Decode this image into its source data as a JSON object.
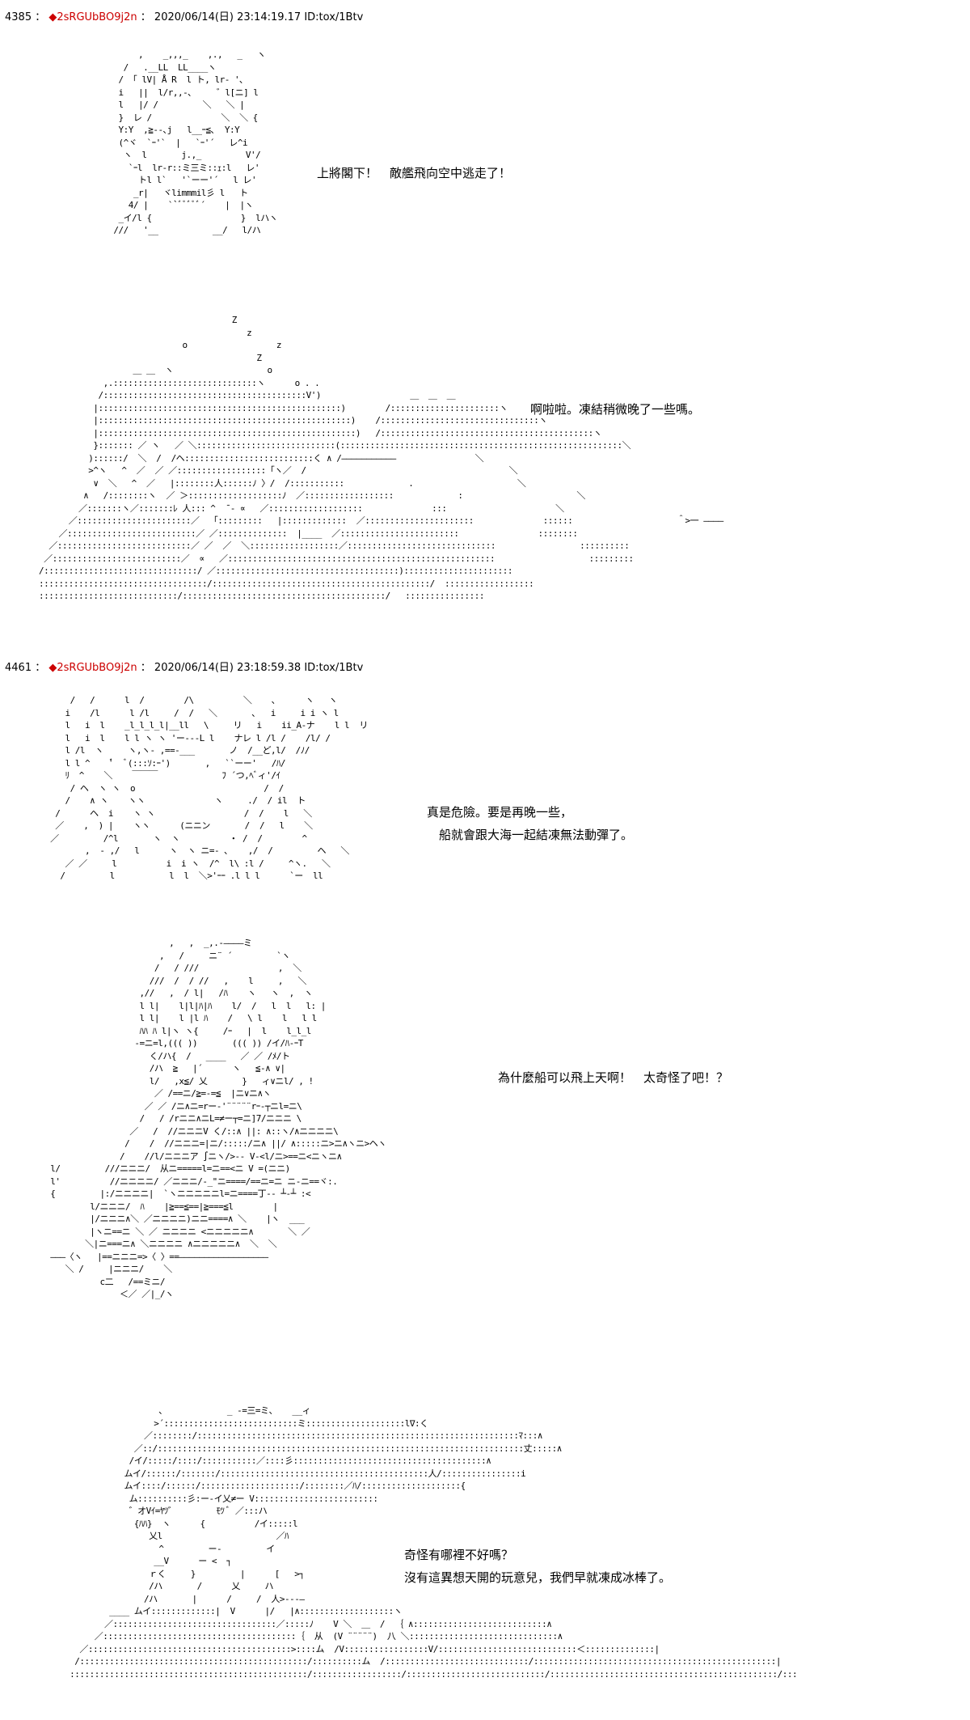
{
  "posts": [
    {
      "number": "4385",
      "sep": "：",
      "marker": "◆",
      "trip": "2sRGUbBO9j2n",
      "sep2": "：",
      "datetime": "2020/06/14(日) 23:14:19.17",
      "id": "ID:tox/1Btv",
      "panels": [
        {
          "art": "        ,    _,,,_    ,.,   _   ヽ\n     /   .__LL  LL____ヽ\n    / 「 lV| Å R  l ト, lr‐ '､\n    i   ||  l/r,,-､     ゛l[ニ] l\n    l   |/ /         ＼   ＼ |\n    }  レ /              ＼  ＼ {\n    Y:Y  ,≧--､j   l__ｰ≦､  Y:Y\n    (^ヾ  `ｰ'`  |   `ｰ'´   レ^i\n     ヽ  l       j.,_         V'/\n      `ｰl  lr‐r::ミ三ミ::ｪ:l   レ'\n        トl l`   '`ーー'´   l レ'\n       _r|   ヾlimmmil彡 l   ト\n      4/ |    ``ﾞﾞﾞﾞﾞ´    |  |ヽ\n    _イ/l {                  }  lハヽ\n   ///   '__           __/   l/ハ",
          "lines": [
            "上將閣下！　敵艦飛向空中逃走了！"
          ]
        },
        {
          "art": "                                       Z\n                                          z\n                             o                  z\n                                            Z\n                   ＿ ＿  ヽ                   o\n             ,.:::::::::::::::::::::::::::::ヽ      o . .\n            /:::::::::::::::::::::::::::::::::::::::::V')                  ＿  ＿  ＿\n           |:::::::::::::::::::::::::::::::::::::::::::::::::)        /::::::::::::::::::::::ヽ\n           |:::::::::::::::::::::::::::::::::::::::::::::::::::)    /::::::::::::::::::::::::::::::::ヽ\n           |::::::::::::::::::::::::::::::::::::::::::::::::::::)   /:::::::::::::::::::::::::::::::::::::::::::ヽ\n           }::::::: ／ ヽ   ／ ＼::::::::::::::::::::::::::::(:::::::::::::::::::::::::::::::::::::::::::::::::::::::::＼\n          )::::::/  ＼  /  /ヘ::::::::::::::::::::::::::く ∧ /―――――――――――                ＼\n          >^ヽ   ^  ／  ／ ／::::::::::::::::::「ヽ／  /                                         ＼\n           ∨  ＼   ^  ／   |::::::::人::::::ﾉ 〉/  /:::::::::::             .                     ＼\n         ∧   /::::::::ヽ  ／ ＞:::::::::::::::::::ﾉ  ／::::::::::::::::::             :                       ＼\n        ／:::::::ヽ／:::::::ﾚ 人::: ^  ̄ - ∝   ／:::::::::::::::::::              :::                      ＼\n      ／:::::::::::::::::::::::／  「:::::::::   |:::::::::::::  ／::::::::::::::::::::::              ::::::                     ＾>一 ――――\n    ／::::::::::::::::::::::::::／ ／::::::::::::::  |____  ／::::::::::::::::::::::::                ::::::::\n  ／:::::::::::::::::::::::::::／ ／  ／  ＼::::::::::::::::::／::::::::::::::::::::::::::::::                 ::::::::::\n ／::::::::::::::::::::::::::／  ∝   ／::::::::::::::::::::::::::::::::::::::::::::::::::::::                   :::::::::\n/:::::::::::::::::::::::::::::::/ ／:::::::::::::::::::::::::::::::::::::)::::::::::::::::::::::\n::::::::::::::::::::::::::::::::::/::::::::::::::::::::::::::::::::::::::::::::/  ::::::::::::::::::\n::::::::::::::::::::::::::::/:::::::::::::::::::::::::::::::::::::::::/   ::::::::::::::::",
          "lines": [
            "啊啦啦。凍結稍微晚了一些嗎。"
          ]
        }
      ]
    },
    {
      "number": "4461",
      "sep": "：",
      "marker": "◆",
      "trip": "2sRGUbBO9j2n",
      "sep2": "：",
      "datetime": "2020/06/14(日) 23:18:59.38",
      "id": "ID:tox/1Btv",
      "panels": [
        {
          "art": "     /   /      l  /        /\\          ＼    ､      ヽ   ヽ\n    i    /l      l /l     /  /   ＼       ､   i     i i ヽ l\n    l   i  l    _l_l_l_l|__ll   \\     リ   i    ii_A-ナ    l l  リ\n    l   i  l    l l ヽ ヽ 'ー---L l    ナレ l /l /    /l/ /\n    l /l  ヽ     ヽ,ヽ- ,==-___       ノ  /__ど,l/  /ﾉ/\n    l l ^    '゙   ﾞ(:::ｿ:ｰ')       ,   ``ーー'   /ﾊ/\n    ﾘ  ^    ＼    ￣￣￣             ﾌ ´つ,ﾍﾞィ'/ｲ\n     / ヘ  ヽ ヽ  o                          /  /\n    /    ∧ ヽ    ヽヽ              ヽ     ./  / il  ト\n  /      ヘ  i    ヽ ヽ                  /  /    l   ＼\n  ／    ,  ) |    ヽヽ      (ニニン       /  /   l    ＼\n ／         /^l       ヽ  ヽ          ・ /  /        ^\n        ,  - ,/   l      ヽ  ヽ ニ=‐ ､    ,/  /         ヘ   ＼\n    ／ ／     l          i  i ヽ  /^  l\\ :l /     ^ヽ.   ＼\n   /         l           l  l  ＼>'ｰｰ .l l l      `ー  ll",
          "lines": [
            "真是危險。要是再晚一些，",
            "　船就會跟大海一起結凍無法動彈了。"
          ]
        },
        {
          "art": "                          ,   ,  _,.-――――ミ\n                        ,   /     ニ¨ ´         `ヽ\n                       /   / ///                ,  ＼\n                      ///  /  / //   ,    l     ,   ＼\n                    ,//   ,  / l|   /ﾊ    ヽ   ヽ  ,  ヽ\n                    l l|    l|l|ﾊ|ﾊ    l/  /   l  l   l: |\n                    l l|    l |l ﾊ    /   \\ l    l   l l\n                    ﾊﾊ ﾊ l|ヽ ヽ{     /ｰ   |  l    l_l_l\n                   -=ニ=l,((( ))       ((( )) /イ/ﾊ-ｰT\n                      く/ハ{  /   ____   ／ ／ /ﾒ/ト\n                      /ハ  ≧   |´      ヽ   ≦-∧ ∨|\n                      l/   ,x≦/ 乂       }   ィ∨ニl/ , !\n                       ／ /==ニ/≧=‐=≦  |ニ∨ニ∧ヽ\n                     ／ ／ /ニ∧ニ=rー‐'¨¨¨¨¨rｰ‐┬ニl=ニ\\\n                    /   / /rニニ∧ニL=≠ー┬=ニ]7/ニニニ \\\n                  ／   /  //ニニニV く/::∧ ||: ∧::ヽ/∧ニニニニ\\\n                 /    /  //ニニニ=|ニ/:::::/ニ∧ ||/ ∧:::::ニ>ニ∧ヽニ>ヘヽ\n                /    //l/ニニニア ∫ニヽ/>-- V-<l/ニ>==ニ<ニヽニ∧\n  l/         ///ニニニ/  从ニ=====l=ニ==<ニ V =(ニニ)\n  l'          //ニニニニ/ ／ニニニ/-_\"ニ====/==ニ=ニ ニ-ニ==ヾ:.\n  {         |:/ニニニニ|  `ヽニニニニニl=ニ====丁‐- ┴-┴ :<\n          l/ニニニ/  ﾊ    |≧==≦==|≧===≦l        |\n          |/ニニニ∧＼ ／ニニニニ)ニニ====∧ ＼    |ヽ  ___\n          |ヽニ==ニ ＼ ／ ニニニニ <ニニニニニ∧       ＼ ／\n         ＼|ニ===ニ∧ ＼ニニニニ ∧ニニニニニ∧  ＼  ＼\n  ―――〈ヽ   |==ニニニ=>〈 〉==――――――――――――――――――\n     ＼ /     |ニニニ/    ＼\n            c二   /==ミニ/\n                ＜／ ／|_/ヽ\n",
          "lines": [
            "為什麼船可以飛上天啊！　太奇怪了吧！？"
          ]
        },
        {
          "art": "                   ､             _ ‐=三=ミ、   __ィ\n                  >´:::::::::::::::::::::::::::ミ::::::::::::::::::::l∇:く\n                ／::::::::/:::::::::::::::::::::::::::::::::::::::::::::::::::::::::::::::::ﾏ:::∧\n              ／::/::::::::::::::::::::::::::::::::::::::::::::::::::::::::::::::::::::::::::丈:::::∧\n             /イ/:::::/::::/:::::::::::／::::彡:::::::::::::::::::::::::::::::::::::::∧\n            ムイ/::::::/:::::::/::::::::::::::::::::::::::::::::::::::::::人/::::::::::::::::i\n            ムイ::::/::::::/::::::::::::::::::::/::::::::／ﾊ/::::::::::::::::::::{\n             ム::::::::::彡:ー‐イ乂≠ー V:::::::::::::::::::::::::\n             ゛オVｲ=ﾔﾂ゛        ﾓﾂ ﾞ ／:::ハ\n              {ﾊﾊ}  ヽ      {          /イ:::::l\n                 乂l                       ／ﾊ\n                   ^         ー‐         イ\n                  __V      ー <  ┐\n                 ｒく     }         |      [   >┐\n                 /ハ       /      乂     ハ\n                /ハ       |      /     /  人>‐‐‐―\n         ____ ムイ:::::::::::::|  V      |/   |∧:::::::::::::::::::ヽ\n        ／:::::::::::::::::::::::::::::::::／:::::ﾉ    V ＼  ＿  /  ｛ ∧:::::::::::::::::::::::::::∧\n      ／:::::::::::::::::::::::::::::::::::::::｛  从  (V ¨¨¨¨¨)  八 ＼::::::::::::::::::::::::::::::∧\n   ／:::::::::::::::::::::::::::::::::::::::::>::::ム  /V:::::::::::::::::V/::::::::::::::::::::::::::::＜::::::::::::::|\n  /::::::::::::::::::::::::::::::::::::::::::::::/::::::::::ム  /:::::::::::::::::::::::::::::/:::::::::::::::::::::::::::::::::::::::::::::::::|\n ::::::::::::::::::::::::::::::::::::::::::::::::/::::::::::::::::::/::::::::::::::::::::::::::::/::::::::::::::::::::::::::::::::::::::::::::::/:::",
          "lines": [
            "奇怪有哪裡不好嗎？",
            "沒有這異想天開的玩意兒，我們早就凍成冰棒了。"
          ]
        }
      ]
    }
  ]
}
